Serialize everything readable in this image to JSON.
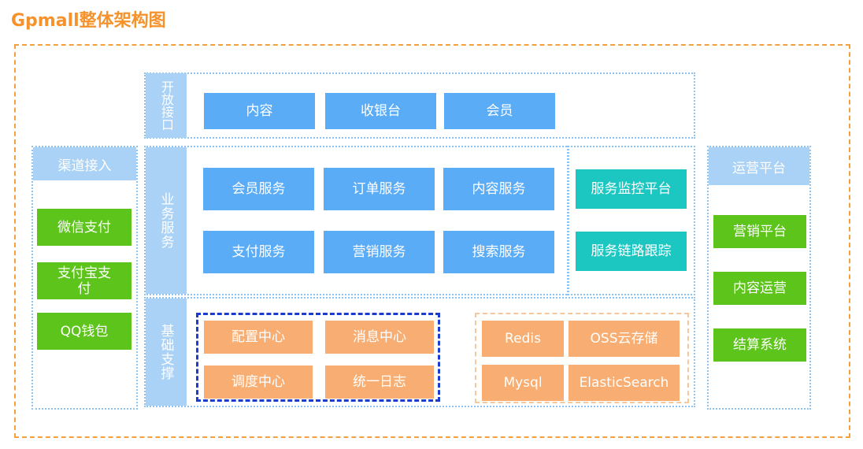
{
  "title": "Gpmall整体架构图",
  "colors": {
    "title": "#f5922b",
    "outer_border": "#f3a040",
    "inner_border": "#90c2ee",
    "label_bg": "#a9d2f6",
    "service_box": "#5aacf6",
    "monitor_box": "#1cc7c2",
    "channel_box": "#5cc41a",
    "infra_box": "#f8ae72"
  },
  "open_api": {
    "label": "开放接口",
    "items": [
      "内容",
      "收银台",
      "会员"
    ]
  },
  "business": {
    "label": "业务服务",
    "items": [
      "会员服务",
      "订单服务",
      "内容服务",
      "支付服务",
      "营销服务",
      "搜索服务"
    ],
    "monitor": [
      "服务监控平台",
      "服务链路跟踪"
    ]
  },
  "infrastructure": {
    "label": "基础支撑",
    "middleware": [
      "配置中心",
      "消息中心",
      "调度中心",
      "统一日志"
    ],
    "storage": [
      "Redis",
      "OSS云存储",
      "Mysql",
      "ElasticSearch"
    ]
  },
  "channel": {
    "label": "渠道接入",
    "items": [
      "微信支付",
      "支付宝支付",
      "QQ钱包"
    ]
  },
  "operation": {
    "label": "运营平台",
    "items": [
      "营销平台",
      "内容运营",
      "结算系统"
    ]
  }
}
